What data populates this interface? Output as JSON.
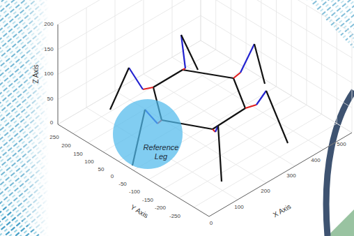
{
  "diagram": {
    "nodes": [
      {
        "text": [
          "Reference Leg"
        ]
      }
    ],
    "labels": [
      "Z Axis",
      "200",
      "150",
      "100",
      "50",
      "0",
      "250",
      "200",
      "150",
      "100",
      "50",
      "0",
      "-50",
      "-100",
      "-150",
      "-200",
      "-250",
      "Y Axis",
      "0",
      "100",
      "200",
      "300",
      "400",
      "500",
      "X Axis"
    ]
  }
}
